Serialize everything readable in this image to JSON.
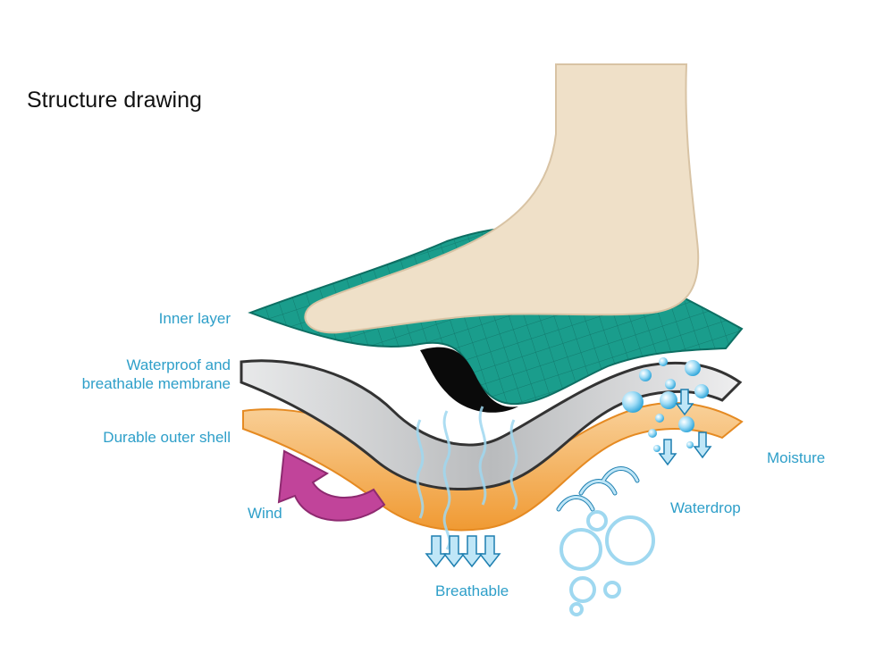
{
  "title": "Structure drawing",
  "labels": {
    "inner_layer": "Inner layer",
    "membrane_line1": "Waterproof and",
    "membrane_line2": "breathable membrane",
    "outer_shell": "Durable outer shell",
    "wind": "Wind",
    "breathable": "Breathable",
    "waterdrop": "Waterdrop",
    "moisture": "Moisture"
  },
  "colors": {
    "inner_layer": "#1a9d8c",
    "membrane": "#c9cbcd",
    "outer_shell": "#f3a64a",
    "foot": "#efe0c8",
    "wind_arrow": "#c1449a",
    "label": "#2e9fc9",
    "water": "#8fd0ef"
  },
  "icons": [
    "foot-illustration",
    "wind-arrow-icon",
    "breathable-arrow-icon",
    "waterdrop-icon",
    "moisture-bubble-icon"
  ]
}
